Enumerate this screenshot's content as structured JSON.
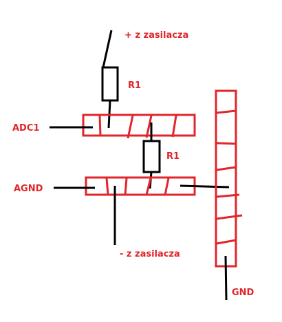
{
  "labels": {
    "plus_supply": "+ z zasilacza",
    "r1_top": "R1",
    "adc1": "ADC1",
    "r1_mid": "R1",
    "agnd": "AGND",
    "minus_supply": "- z zasilacza",
    "gnd": "GND"
  },
  "colors": {
    "label_red": "#e0262b",
    "rail_red": "#e0262b",
    "wire": "#000000",
    "background": "#ffffff"
  }
}
